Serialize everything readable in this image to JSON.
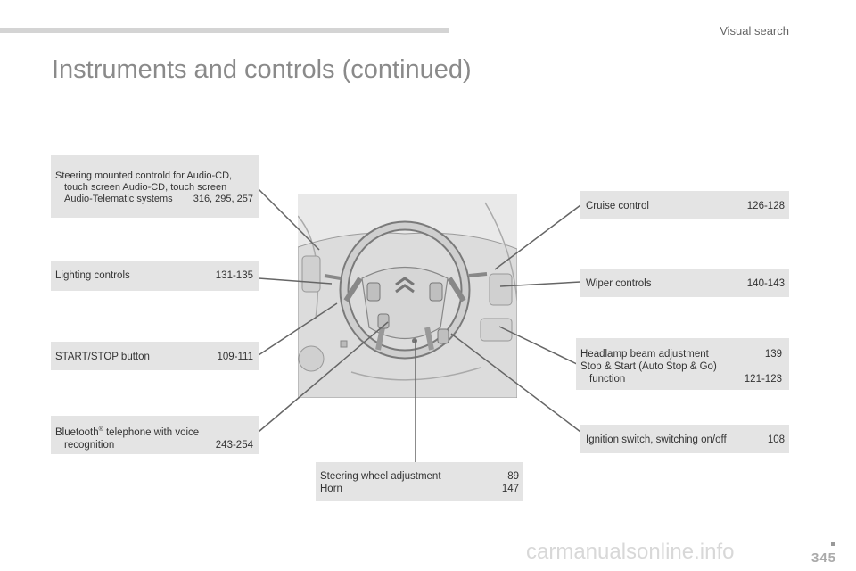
{
  "header": {
    "section": "Visual search",
    "title": "Instruments and controls (continued)"
  },
  "callouts": {
    "steering_audio": {
      "line1": "Steering mounted controld for Audio-CD,",
      "line2": "touch screen Audio-CD, touch screen",
      "line3": "Audio-Telematic systems",
      "pages": "316, 295, 257"
    },
    "lighting": {
      "label": "Lighting controls",
      "pages": "131-135"
    },
    "start_stop": {
      "label": "START/STOP button",
      "pages": "109-111"
    },
    "bluetooth": {
      "label": "Bluetooth",
      "sup": "®",
      "label_rest": " telephone with voice",
      "line2": "recognition",
      "pages": "243-254"
    },
    "steering_wheel": {
      "label1": "Steering wheel adjustment",
      "pages1": "89",
      "label2": "Horn",
      "pages2": "147"
    },
    "cruise": {
      "label": "Cruise control",
      "pages": "126-128"
    },
    "wiper": {
      "label": "Wiper controls",
      "pages": "140-143"
    },
    "headlamp": {
      "label1": "Headlamp beam adjustment",
      "pages1": "139",
      "label2": "Stop & Start (Auto Stop & Go)",
      "label2b": "function",
      "pages2": "121-123"
    },
    "ignition": {
      "label": "Ignition switch, switching on/off",
      "pages": "108"
    }
  },
  "footer": {
    "page_number": "345",
    "watermark": "carmanualsonline.info"
  }
}
